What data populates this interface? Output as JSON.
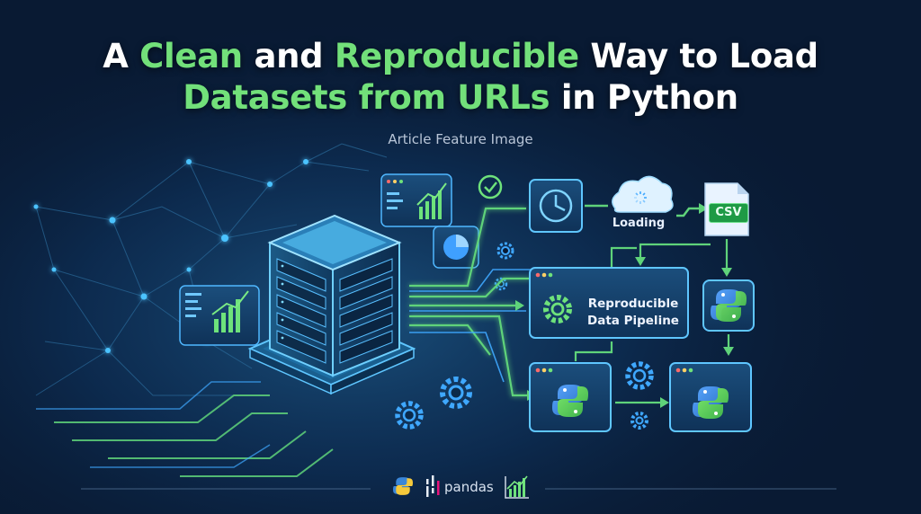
{
  "header": {
    "title_part1": "A ",
    "title_hl1": "Clean",
    "title_part2": " and ",
    "title_hl2": "Reproducible",
    "title_part3": " Way to Load",
    "title_hl3": "Datasets from URLs",
    "title_part4": " in Python",
    "subtitle": "Article Feature Image"
  },
  "pipeline": {
    "loading_label": "Loading",
    "csv_label": "CSV",
    "pipeline_label_line1": "Reproducible",
    "pipeline_label_line2": "Data Pipeline"
  },
  "footer": {
    "pandas_label": "pandas"
  },
  "colors": {
    "background": "#091a33",
    "accent_green": "#72e07a",
    "accent_blue": "#3fb8ff",
    "python_blue": "#3a86d8",
    "python_yellow": "#5fd35a"
  },
  "icons": [
    "server-icon",
    "clock-icon",
    "cloud-icon",
    "csv-file-icon",
    "gear-icon",
    "python-icon",
    "pandas-logo-icon",
    "chart-icon",
    "checkmark-icon",
    "pie-chart-icon"
  ]
}
